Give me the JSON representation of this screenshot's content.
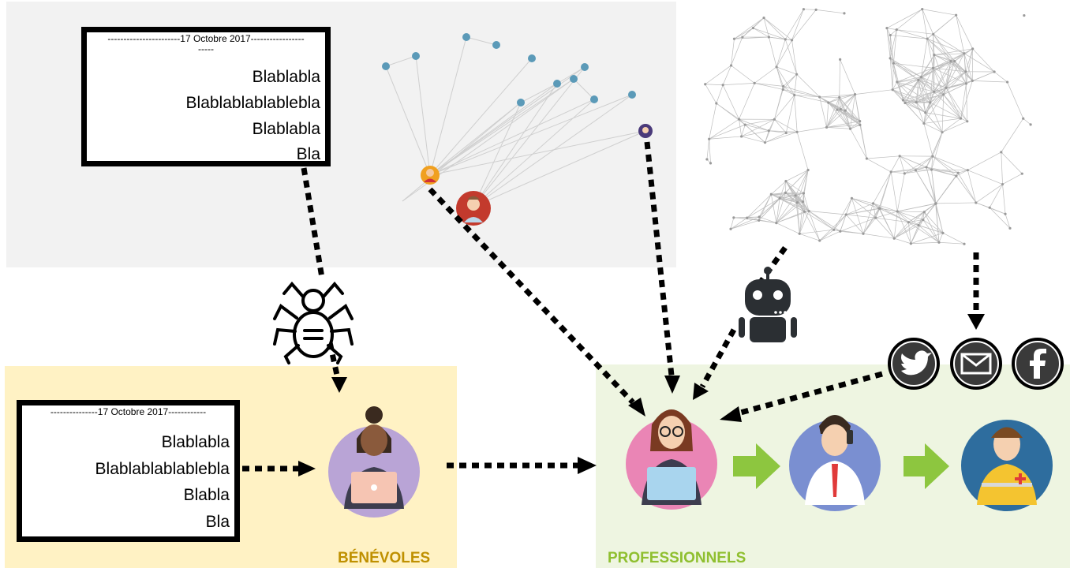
{
  "top_chat": {
    "date": "-----------------------17 Octobre 2017-----------------",
    "date_cont": "-----",
    "messages": [
      "Blablabla",
      "Blablablablablebla",
      "Blablabla",
      "Bla"
    ]
  },
  "bottom_chat": {
    "date": "---------------17 Octobre 2017------------",
    "messages": [
      "Blablabla",
      "Blablablablablebla",
      "Blabla",
      "Bla"
    ]
  },
  "labels": {
    "benevoles": "BÉNÉVOLES",
    "professionnels": "PROFESSIONNELS"
  },
  "icons": {
    "spider": "spider-icon",
    "robot": "robot-icon",
    "twitter": "twitter-icon",
    "mail": "mail-icon",
    "facebook": "facebook-icon"
  },
  "colors": {
    "top_panel_bg": "#f2f2f2",
    "volunteer_panel_bg": "#fff2c4",
    "pro_panel_bg": "#eef5e1",
    "volunteer_label": "#bf9000",
    "pro_label": "#8fbf2f",
    "flow_arrow": "#8dc63f",
    "graph_node": "#5b9ab8"
  }
}
